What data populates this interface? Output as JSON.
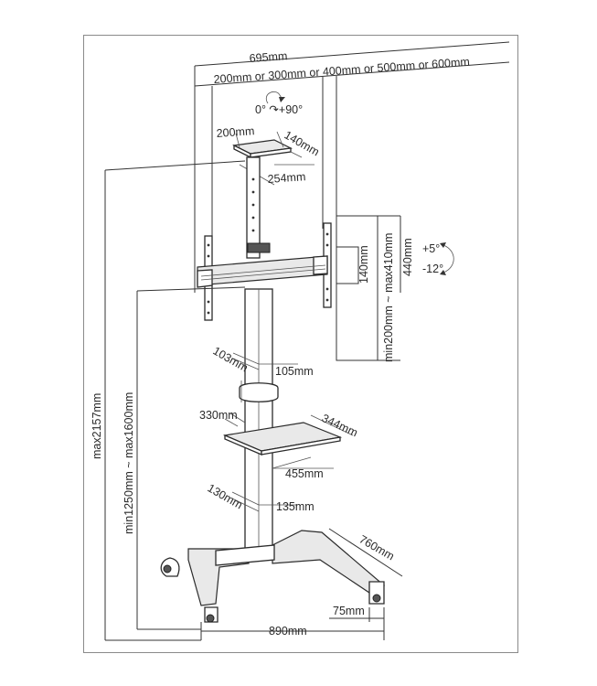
{
  "labels": {
    "top_width": "695mm",
    "vesa_width": "200mm or 300mm or 400mm or 500mm or 600mm",
    "rotate": "0° ↷+90°",
    "tray_top_w": "200mm",
    "tray_top_d": "140mm",
    "tray_top_l": "254mm",
    "max_height": "max2157mm",
    "height_range": "min1250mm ~ max1600mm",
    "vesa_height": "min200mm ~ max410mm",
    "bracket_height": "440mm",
    "bracket_small": "140mm",
    "tilt_up": "+5°",
    "tilt_down": "-12°",
    "clamp1_a": "103mm",
    "clamp1_b": "105mm",
    "shelf_w": "330mm",
    "shelf_d": "344mm",
    "shelf_l": "455mm",
    "clamp2_a": "130mm",
    "clamp2_b": "135mm",
    "base_depth": "760mm",
    "base_wheel": "75mm",
    "base_width": "890mm"
  }
}
